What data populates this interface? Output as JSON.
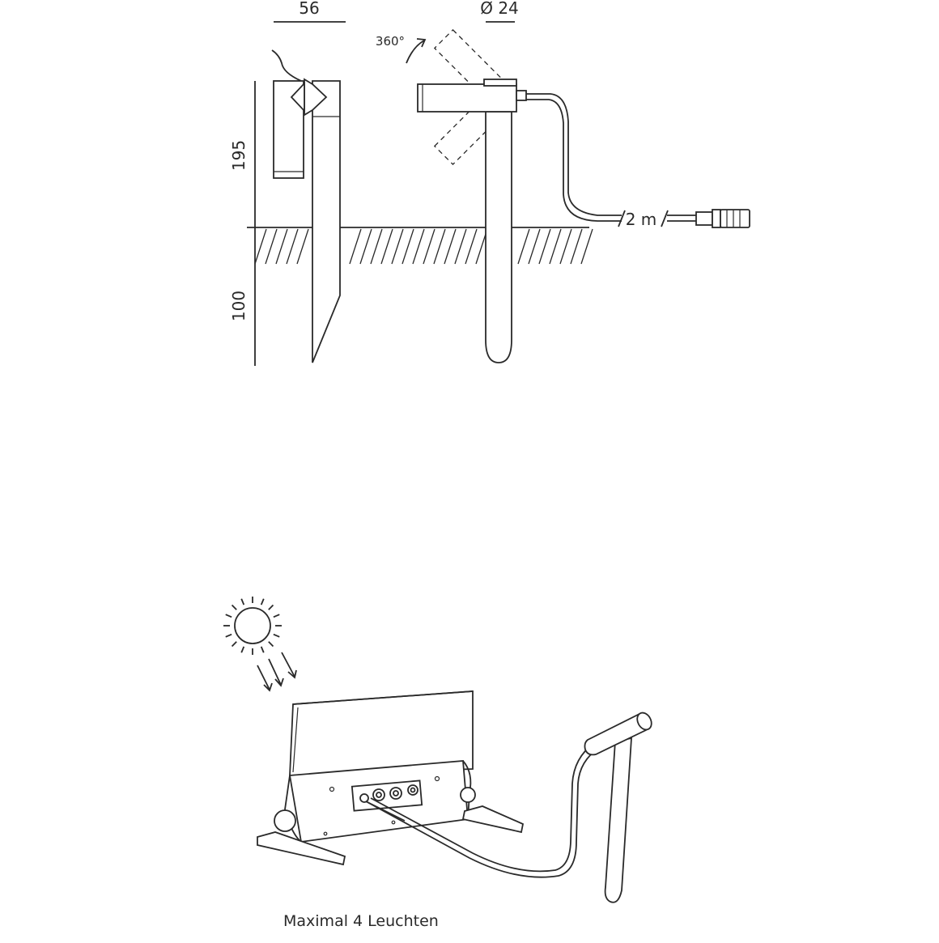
{
  "dimensions": {
    "width": "56",
    "diameter": "Ø 24",
    "rotation": "360°",
    "height_above": "195",
    "height_below": "100",
    "cable_length": "2 m"
  },
  "caption": "Maximal 4 Leuchten",
  "icons": {
    "sun": "sun-icon",
    "rotation_arrow": "rotation-arrow-icon",
    "light_rays": "sunlight-rays-icon",
    "connector": "plug-connector-icon"
  }
}
